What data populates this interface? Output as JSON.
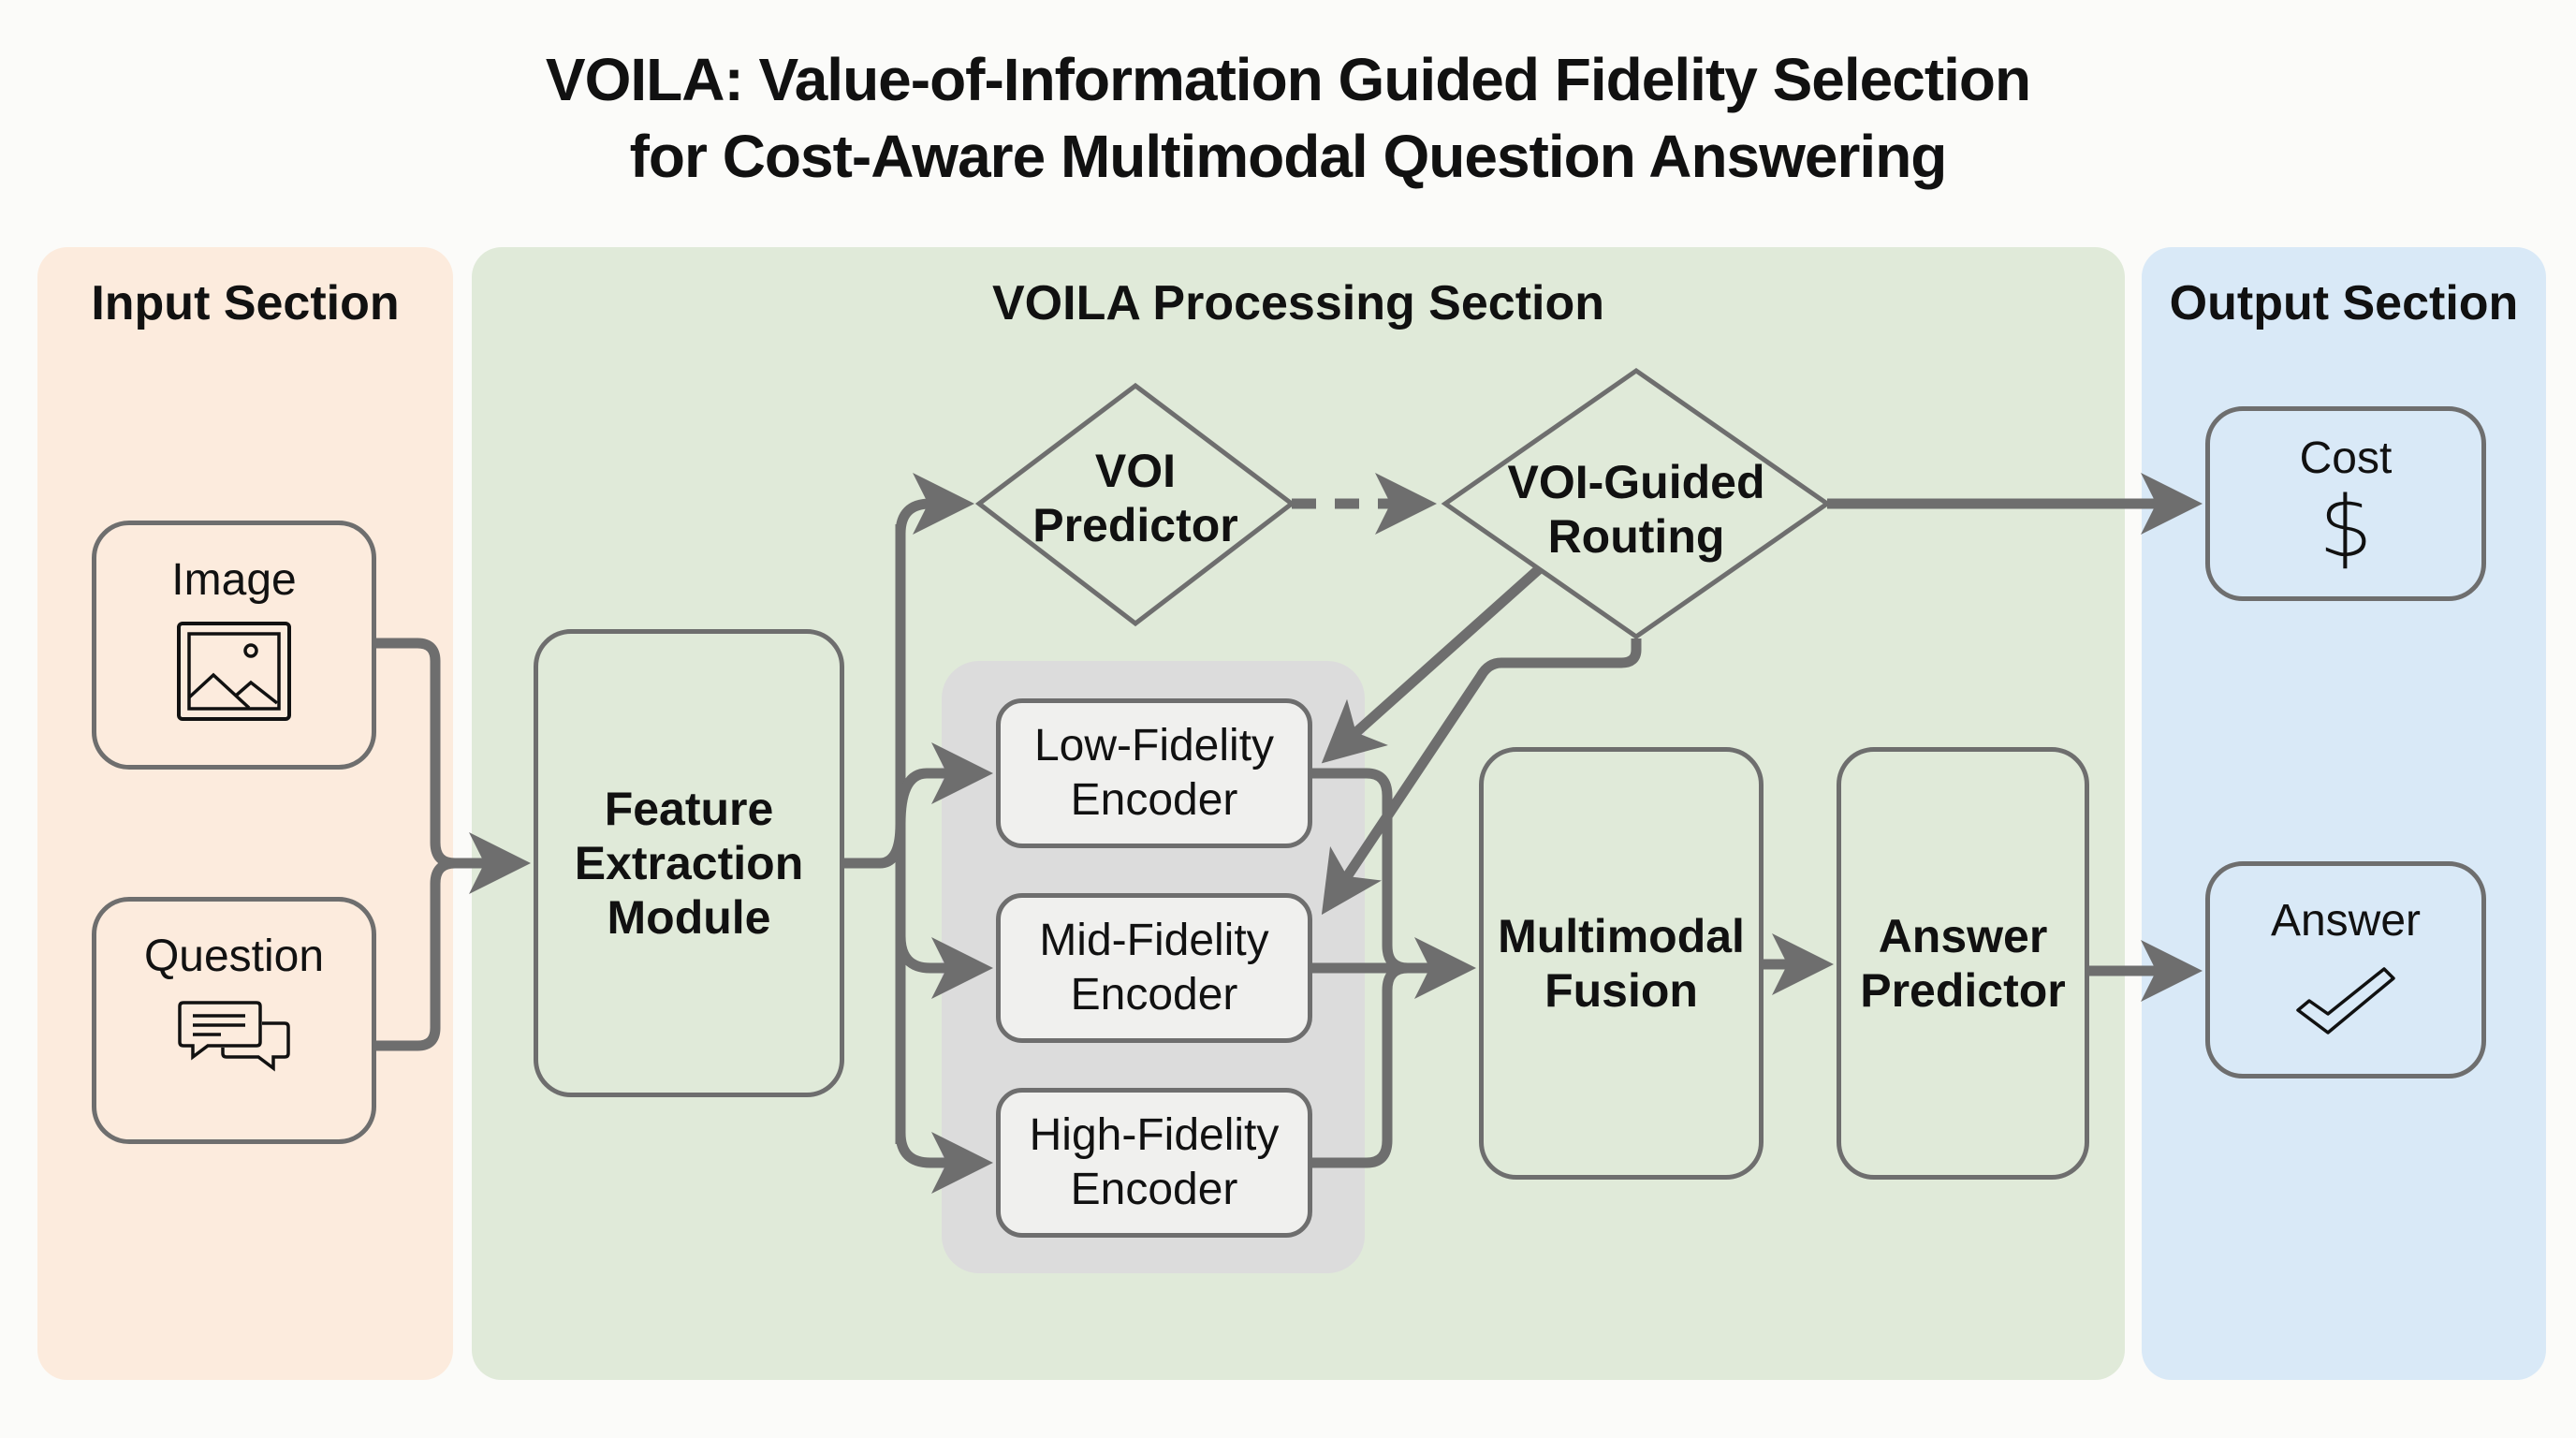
{
  "title": {
    "line1": "VOILA: Value-of-Information Guided Fidelity Selection",
    "line2": "for Cost-Aware Multimodal Question Answering"
  },
  "sections": {
    "input": {
      "title": "Input Section",
      "color": "#fcebdd"
    },
    "processing": {
      "title": "VOILA Processing Section",
      "color": "#e0ead9"
    },
    "output": {
      "title": "Output Section",
      "color": "#d9e9f7"
    }
  },
  "inputs": {
    "image": {
      "label": "Image",
      "icon": "image-icon"
    },
    "question": {
      "label": "Question",
      "icon": "chat-bubbles-icon"
    }
  },
  "processing": {
    "feature_extraction": {
      "line1": "Feature",
      "line2": "Extraction",
      "line3": "Module"
    },
    "voi_predictor": {
      "line1": "VOI",
      "line2": "Predictor"
    },
    "voi_routing": {
      "line1": "VOI-Guided",
      "line2": "Routing"
    },
    "encoders": [
      {
        "line1": "Low-Fidelity",
        "line2": "Encoder"
      },
      {
        "line1": "Mid-Fidelity",
        "line2": "Encoder"
      },
      {
        "line1": "High-Fidelity",
        "line2": "Encoder"
      }
    ],
    "encoder_group_color": "#dcdcdc",
    "fusion": {
      "line1": "Multimodal",
      "line2": "Fusion"
    },
    "answer_predictor": {
      "line1": "Answer",
      "line2": "Predictor"
    }
  },
  "outputs": {
    "cost": {
      "label": "Cost",
      "icon": "dollar-icon",
      "symbol": "$"
    },
    "answer": {
      "label": "Answer",
      "icon": "checkmark-icon"
    }
  },
  "connector_color": "#6e6e6e"
}
